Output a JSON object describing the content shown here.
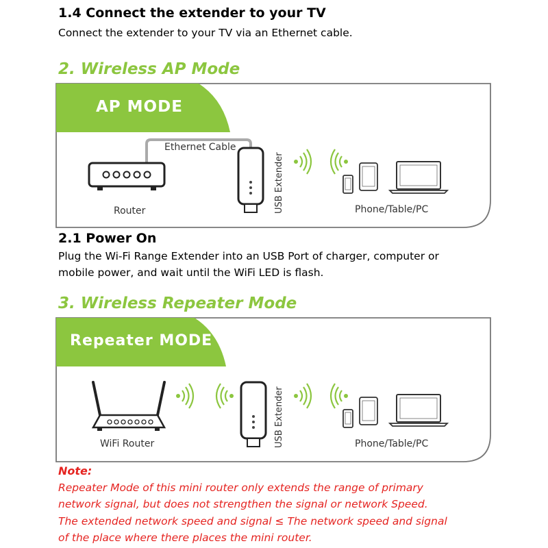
{
  "section_1_4": {
    "title": "1.4 Connect the extender to your TV",
    "text": "Connect the extender to your TV via an Ethernet cable."
  },
  "section_2": {
    "heading": "2. Wireless AP Mode",
    "tab_label": "AP MODE",
    "ethernet_label": "Ethernet Cable",
    "router_label": "Router",
    "extender_label": "USB Extender",
    "devices_label": "Phone/Table/PC"
  },
  "section_2_1": {
    "title": "2.1 Power On",
    "line1": "Plug the Wi-Fi Range Extender into an USB Port of charger, computer or",
    "line2": "mobile power, and wait until the WiFi LED is flash."
  },
  "section_3": {
    "heading": "3. Wireless Repeater Mode",
    "tab_label": "Repeater MODE",
    "router_label": "WiFi Router",
    "extender_label": "USB Extender",
    "devices_label": "Phone/Table/PC"
  },
  "note": {
    "title": "Note:",
    "line1": "Repeater Mode of this mini router only extends the range of primary",
    "line2": "network signal, but does not strengthen the signal or network Speed.",
    "line3": "The extended network speed and signal  ≤  The network speed and signal",
    "line4": "of the place where there places the mini router."
  },
  "colors": {
    "accent_green": "#8cc63f",
    "note_red": "#e52421",
    "frame_gray": "#777777"
  }
}
